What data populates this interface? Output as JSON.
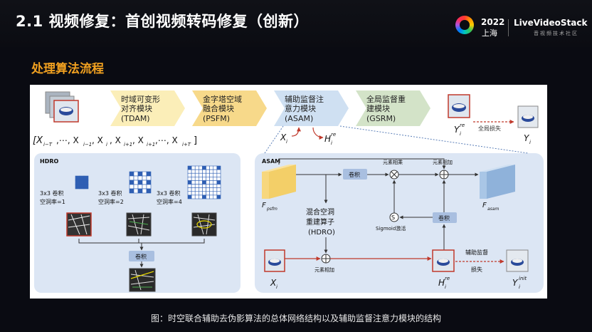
{
  "header": {
    "title": "2.1 视频修复：首创视频转码修复（创新）",
    "logo_year": "2022",
    "logo_city": "上海",
    "brand": "LiveVideoStack",
    "brand_tagline": "音视频技术社区"
  },
  "section_title": "处理算法流程",
  "caption": "图：时空联合辅助去伪影算法的总体网络结构以及辅助监督注意力模块的结构",
  "diagram": {
    "pipeline": [
      {
        "line1": "时域可变形",
        "line2": "对齐模块",
        "abbr": "(TDAM)"
      },
      {
        "line1": "金字塔空域",
        "line2": "融合模块",
        "abbr": "(PSFM)"
      },
      {
        "line1": "辅助监督注",
        "line2": "意力模块",
        "abbr": "(ASAM)"
      },
      {
        "line1": "全局监督重",
        "line2": "建模块",
        "abbr": "(GSRM)"
      }
    ],
    "input_sequence": "[X",
    "sequence_terms": [
      "i−T",
      "i−1",
      "i",
      "i+1",
      "i+1",
      "i+T"
    ],
    "asam_input": "X",
    "asam_input_sub": "i",
    "asam_output": "H",
    "asam_output_sub": "i",
    "asam_output_sup": "re",
    "y_label": "Y",
    "y_sub": "i",
    "y_sup": "re",
    "yi_label": "Y",
    "yi_sub": "i",
    "global_loss": "全局损失",
    "hdro": {
      "title": "HDRO",
      "branches": [
        {
          "kernel": "3x3 卷积",
          "dilation": "空洞率=1",
          "grid_cells": 3
        },
        {
          "kernel": "3x3 卷积",
          "dilation": "空洞率=2",
          "grid_cells": 5
        },
        {
          "kernel": "3x3 卷积",
          "dilation": "空洞率=4",
          "grid_cells": 9
        }
      ],
      "conv": "卷积"
    },
    "asam": {
      "title": "ASAM",
      "f_psfm": "F",
      "f_psfm_sub": "psfm",
      "conv1": "卷积",
      "elem_mult": "元素相乘",
      "elem_add_top": "元素相加",
      "f_asam": "F",
      "f_asam_sub": "asam",
      "hdro_line1": "混合空洞",
      "hdro_line2": "重建算子",
      "hdro_abbr": "(HDRO)",
      "sigmoid_symbol": "S",
      "sigmoid": "Sigmoid激活",
      "conv2": "卷积",
      "elem_add_bottom": "元素相加",
      "aux_loss_line1": "辅助监督",
      "aux_loss_line2": "损失",
      "xi": "X",
      "xi_sub": "i",
      "hi": "H",
      "hi_sub": "i",
      "hi_sup": "re",
      "yinit": "Y",
      "yinit_sub": "i",
      "yinit_sup": "init"
    }
  }
}
